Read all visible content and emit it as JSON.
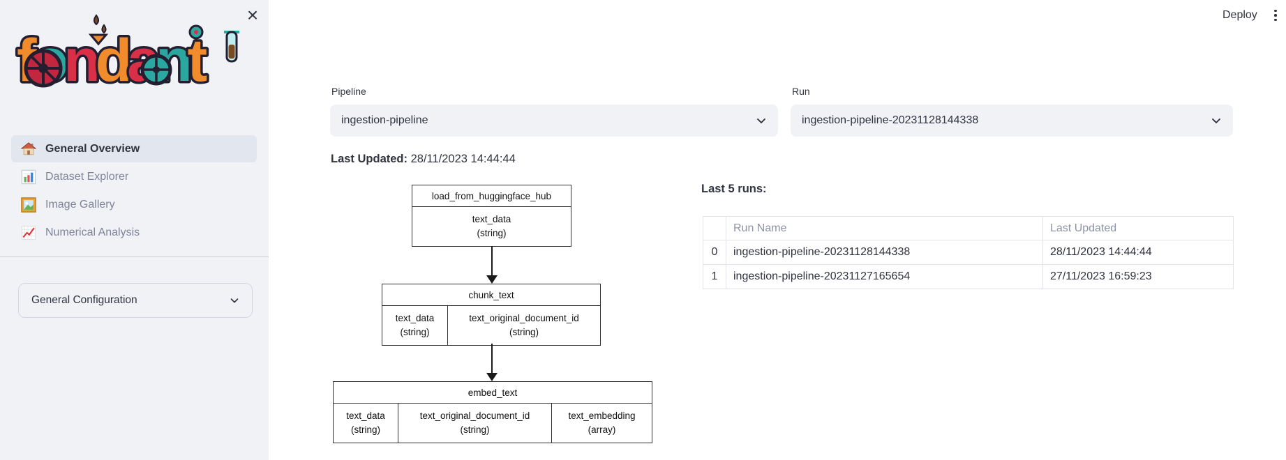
{
  "header": {
    "deploy_label": "Deploy"
  },
  "sidebar": {
    "logo_alt": "fondant",
    "nav": [
      {
        "label": "General Overview"
      },
      {
        "label": "Dataset Explorer"
      },
      {
        "label": "Image Gallery"
      },
      {
        "label": "Numerical Analysis"
      }
    ],
    "expander_label": "General Configuration"
  },
  "main": {
    "pipeline": {
      "label": "Pipeline",
      "value": "ingestion-pipeline"
    },
    "run": {
      "label": "Run",
      "value": "ingestion-pipeline-20231128144338"
    },
    "last_updated_label": "Last Updated:",
    "last_updated_value": "28/11/2023 14:44:44",
    "runs_heading": "Last 5 runs:",
    "runs_table": {
      "columns": [
        "",
        "Run Name",
        "Last Updated"
      ],
      "rows": [
        {
          "index": "0",
          "run_name": "ingestion-pipeline-20231128144338",
          "last_updated": "28/11/2023 14:44:44"
        },
        {
          "index": "1",
          "run_name": "ingestion-pipeline-20231127165654",
          "last_updated": "27/11/2023 16:59:23"
        }
      ]
    }
  },
  "diagram": {
    "nodes": [
      {
        "title": "load_from_huggingface_hub",
        "fields": [
          {
            "name": "text_data",
            "type": "(string)"
          }
        ]
      },
      {
        "title": "chunk_text",
        "fields": [
          {
            "name": "text_data",
            "type": "(string)"
          },
          {
            "name": "text_original_document_id",
            "type": "(string)"
          }
        ]
      },
      {
        "title": "embed_text",
        "fields": [
          {
            "name": "text_data",
            "type": "(string)"
          },
          {
            "name": "text_original_document_id",
            "type": "(string)"
          },
          {
            "name": "text_embedding",
            "type": "(array)"
          }
        ]
      }
    ]
  },
  "colors": {
    "sidebar_bg": "#f0f2f6",
    "select_bg": "#f0f2f6",
    "text": "#31333f",
    "muted_text": "#7f8499",
    "table_border": "#e2e4ea",
    "logo_orange": "#f18c2d",
    "logo_teal": "#2aa79f",
    "logo_red": "#d93048"
  }
}
